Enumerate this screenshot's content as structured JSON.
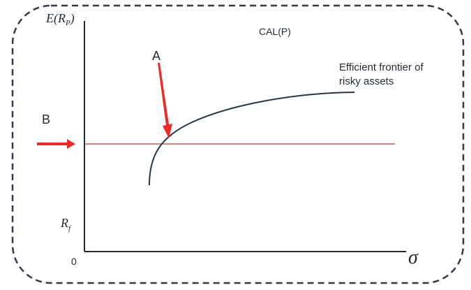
{
  "axes": {
    "y_label_main": "E(R",
    "y_label_sub": "P",
    "y_label_close": ")",
    "rf_main": "R",
    "rf_sub": "f",
    "origin_label": "0",
    "x_label": "σ"
  },
  "labels": {
    "cal": "CAL(P)",
    "frontier_line1": "Efficient frontier of",
    "frontier_line2": "risky assets",
    "a": "A",
    "b": "B"
  },
  "colors": {
    "frame": "#2f3b4a",
    "axis": "#1f2a36",
    "curve": "#26364d",
    "horizontal_line": "#c0392b",
    "arrow": "#ee2a24"
  },
  "icons": {
    "arrow_a": "red-arrow-down-right",
    "arrow_b": "red-arrow-right"
  }
}
